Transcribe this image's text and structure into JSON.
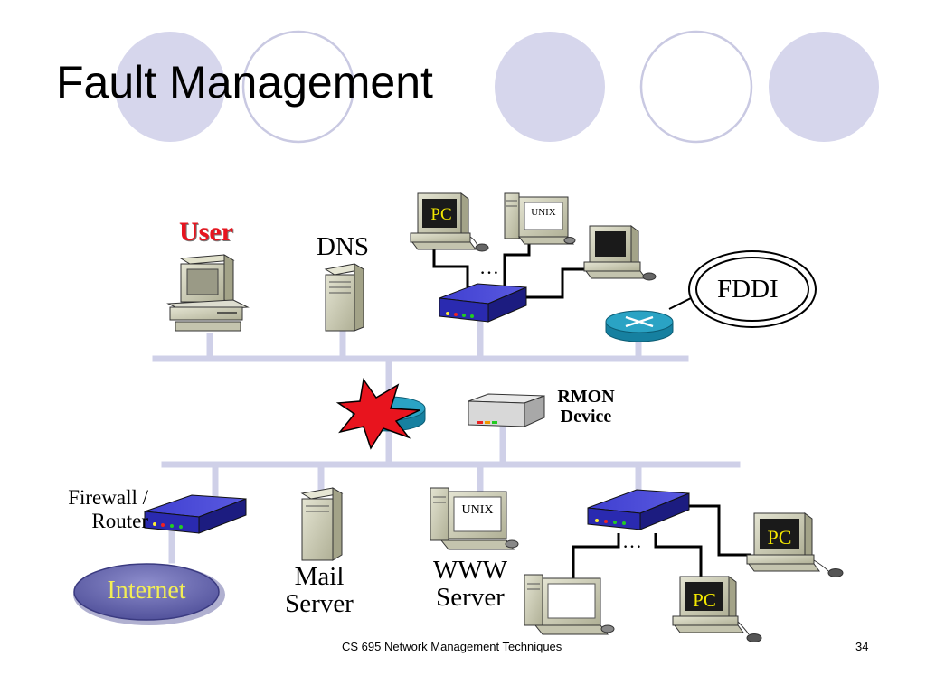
{
  "slide": {
    "title": "Fault Management",
    "footer": "CS 695 Network Management Techniques",
    "page_number": "34"
  },
  "labels": {
    "user": "User",
    "dns": "DNS",
    "fddi": "FDDI",
    "rmon": "RMON Device",
    "firewall": "Firewall / Router",
    "internet": "Internet",
    "mail_server": "Mail Server",
    "www_server": "WWW Server",
    "ellipsis_top": "…",
    "ellipsis_bottom": "…"
  },
  "screens": {
    "pc_top": "PC",
    "unix_top": "UNIX",
    "unix_bottom": "UNIX",
    "pc_bottom_right_1": "PC",
    "pc_bottom_right_2": "PC"
  },
  "colors": {
    "circle_fill": "#d6d6ec",
    "circle_outline": "#c9c9e2",
    "bus_line": "#cfd0e8",
    "hub_blue": "#2a2ab0",
    "router_teal": "#1e97b8",
    "fault_red": "#e8141e",
    "internet_fill": "#6d6db4",
    "device_beige": "#c9c9b3",
    "pc_screen": "#1a1a1a",
    "pc_label": "#f3e800"
  }
}
